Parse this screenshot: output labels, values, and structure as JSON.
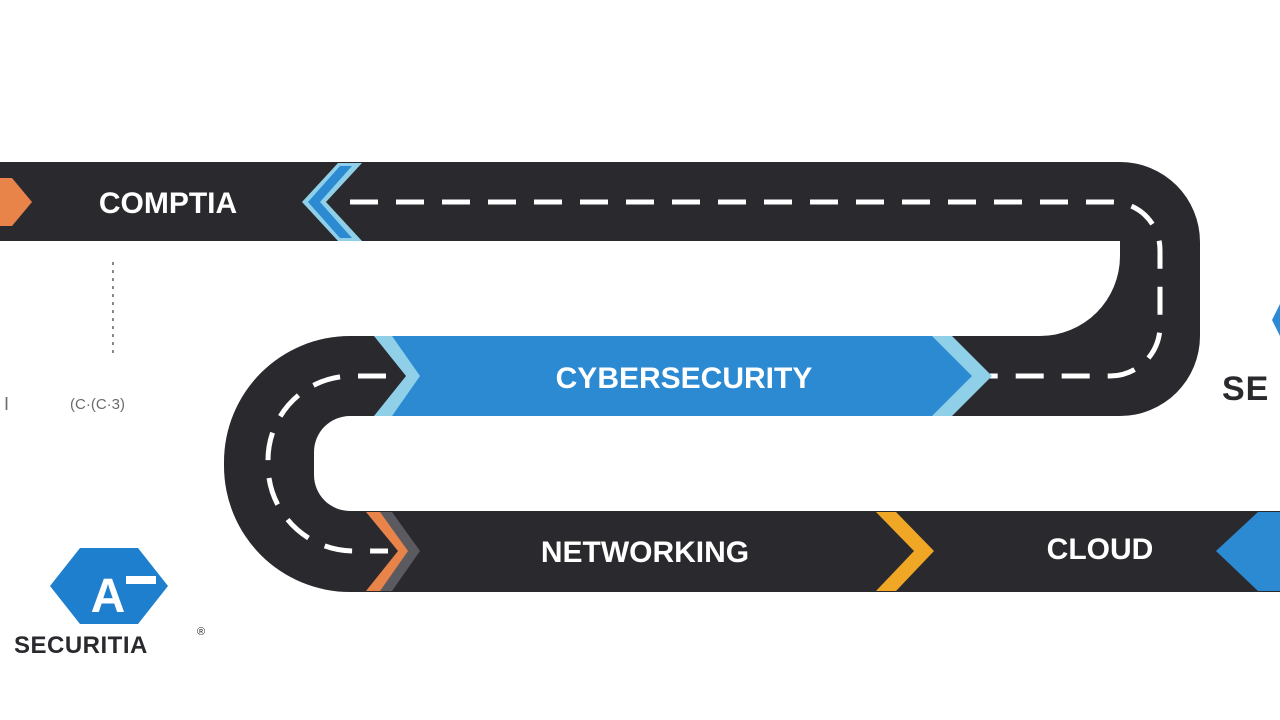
{
  "roadmap": {
    "stages": [
      {
        "label": "COMPTIA"
      },
      {
        "label": "CYBERSECURITY"
      },
      {
        "label": "NETWORKING"
      },
      {
        "label": "CLOUD"
      }
    ],
    "right_edge_text": "SE",
    "faint_labels": [
      "I",
      "(C·(C·3)"
    ]
  },
  "logo": {
    "letter": "A",
    "name": "SECURITIA",
    "mark": "®"
  },
  "colors": {
    "road": "#2a2a2e",
    "lane_dash": "#ffffff",
    "blue": "#2b8ad2",
    "light_blue": "#8fd0e8",
    "orange": "#e8834a",
    "amber": "#f0a726",
    "text_dark": "#2a2a2e"
  }
}
